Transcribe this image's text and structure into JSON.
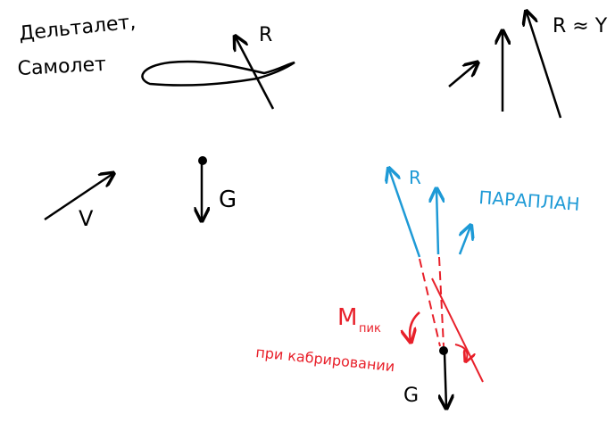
{
  "colors": {
    "ink": "#000000",
    "blue": "#1e9ad6",
    "red": "#e8202a"
  },
  "labels": {
    "title_line1": "Дельталет,",
    "title_line2": "Самолет",
    "r_wing": "R",
    "r_approx_y": "R ≈ Y",
    "v": "V",
    "g_left": "G",
    "r_blue": "R",
    "paraplan": "ПАРАПЛАН",
    "moment_main": "М",
    "moment_sub": "пик",
    "moment_caption": "при кабрировании",
    "g_bottom": "G"
  }
}
